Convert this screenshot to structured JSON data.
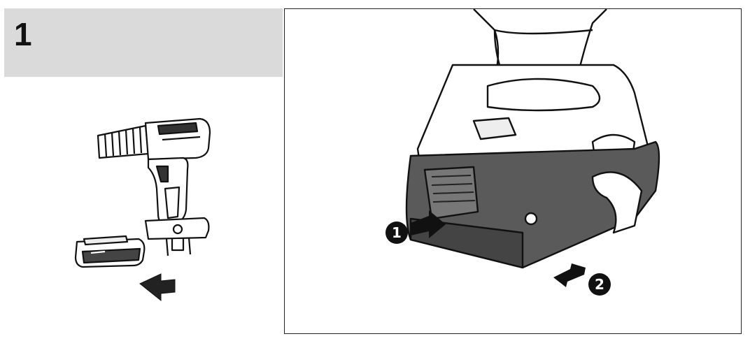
{
  "step": {
    "number": "1"
  },
  "callouts": [
    {
      "label": "1"
    },
    {
      "label": "2"
    }
  ],
  "colors": {
    "header_bg": "#dadada",
    "ink": "#111111",
    "battery_dark": "#5a5a5a"
  },
  "icons": [
    "drill-illustration",
    "battery-pack-illustration",
    "arrow-left-icon",
    "press-arrow-icon",
    "slide-arrow-icon"
  ]
}
